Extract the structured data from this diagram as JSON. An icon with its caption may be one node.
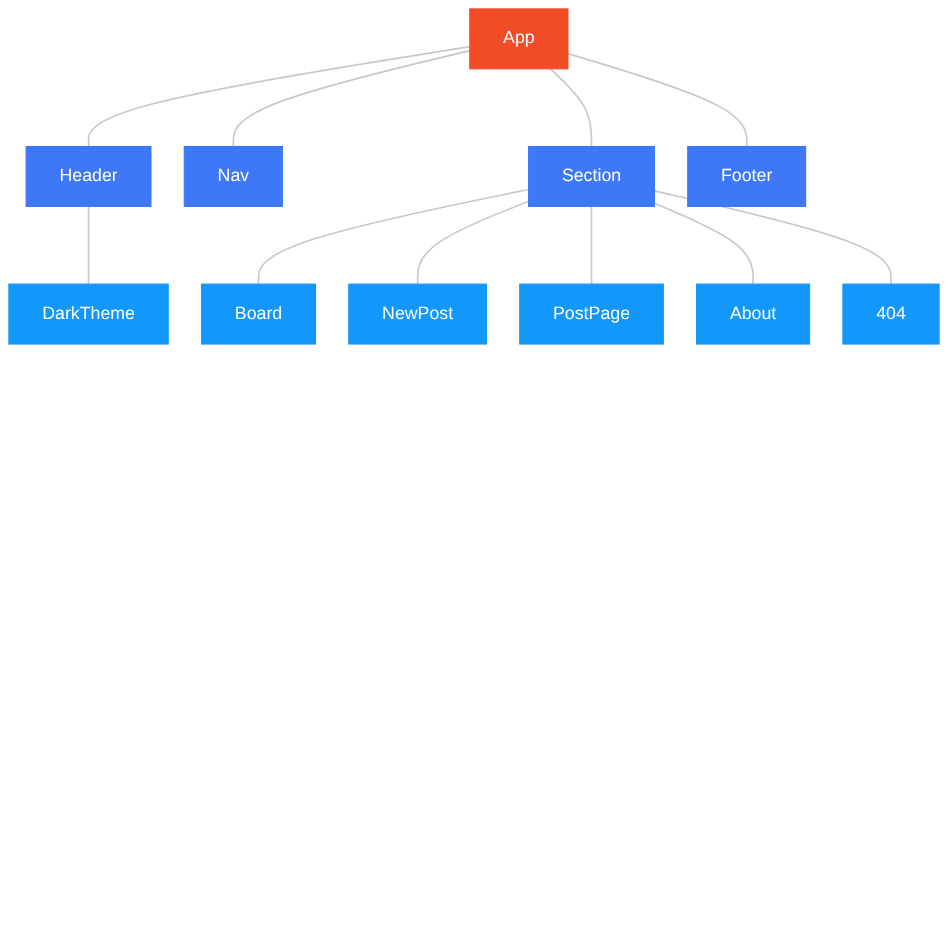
{
  "diagram": {
    "nodes": [
      {
        "text": [
          "App"
        ]
      },
      {
        "text": [
          "Header"
        ]
      },
      {
        "text": [
          "Nav"
        ]
      },
      {
        "text": [
          "Section"
        ]
      },
      {
        "text": [
          "Footer"
        ]
      },
      {
        "text": [
          "DarkTheme"
        ]
      },
      {
        "text": [
          "Board"
        ]
      },
      {
        "text": [
          "NewPost"
        ]
      },
      {
        "text": [
          "PostPage"
        ]
      },
      {
        "text": [
          "About"
        ]
      },
      {
        "text": [
          "404"
        ]
      }
    ],
    "edges": [
      {
        "from": 0,
        "to": 1,
        "arrow": "none"
      },
      {
        "from": 0,
        "to": 2,
        "arrow": "none"
      },
      {
        "from": 0,
        "to": 3,
        "arrow": "none"
      },
      {
        "from": 0,
        "to": 4,
        "arrow": "none"
      },
      {
        "from": 1,
        "to": 5,
        "arrow": "none"
      },
      {
        "from": 3,
        "to": 6,
        "arrow": "none"
      },
      {
        "from": 3,
        "to": 7,
        "arrow": "none"
      },
      {
        "from": 3,
        "to": 8,
        "arrow": "none"
      },
      {
        "from": 3,
        "to": 9,
        "arrow": "none"
      },
      {
        "from": 3,
        "to": 10,
        "arrow": "none"
      }
    ]
  }
}
